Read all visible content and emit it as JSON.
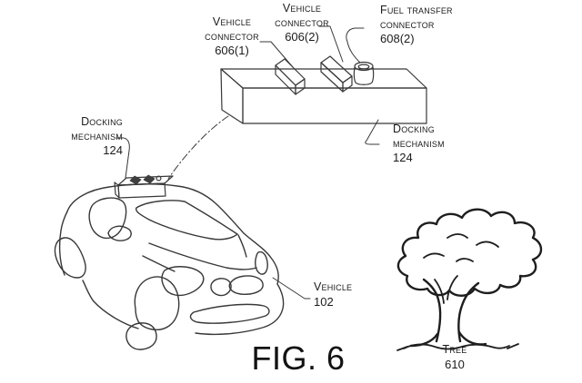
{
  "figure": {
    "caption": "FIG. 6",
    "labels": {
      "vehicle_connector_1": {
        "line1": "Vehicle",
        "line2": "connector",
        "ref": "606(1)"
      },
      "vehicle_connector_2": {
        "line1": "Vehicle",
        "line2": "connector",
        "ref": "606(2)"
      },
      "fuel_transfer_connector": {
        "line1": "Fuel transfer",
        "line2": "connector",
        "ref": "608(2)"
      },
      "docking_mechanism_left": {
        "line1": "Docking",
        "line2": "mechanism",
        "ref": "124"
      },
      "docking_mechanism_right": {
        "line1": "Docking",
        "line2": "mechanism",
        "ref": "124"
      },
      "vehicle": {
        "line1": "Vehicle",
        "ref": "102"
      },
      "tree": {
        "line1": "Tree",
        "ref": "610"
      }
    },
    "drawing_parts": [
      "docking-mechanism-box",
      "vehicle-connector-bar-606-1",
      "vehicle-connector-bar-606-2",
      "fuel-transfer-connector-cylinder-608-2",
      "roof-docking-mechanism-124",
      "vehicle-102-car",
      "tree-610"
    ],
    "colors": {
      "ink": "#383838",
      "text": "#1b1b1b",
      "background": "#ffffff"
    }
  }
}
